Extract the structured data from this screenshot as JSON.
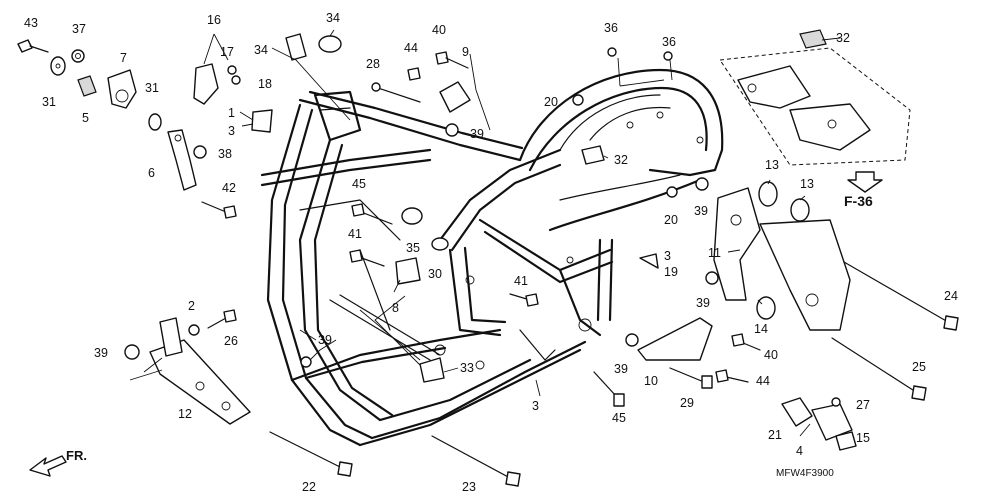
{
  "diagram": {
    "code": "MFW4F3900",
    "front_label": "FR.",
    "reference_label": "F-36",
    "callouts": [
      "43",
      "37",
      "31",
      "5",
      "7",
      "16",
      "17",
      "18",
      "1",
      "3",
      "31",
      "38",
      "6",
      "42",
      "34",
      "34",
      "28",
      "44",
      "40",
      "9",
      "39",
      "45",
      "35",
      "41",
      "30",
      "8",
      "36",
      "36",
      "20",
      "32",
      "32",
      "13",
      "13",
      "39",
      "20",
      "3",
      "19",
      "11",
      "41",
      "24",
      "39",
      "14",
      "40",
      "25",
      "39",
      "10",
      "44",
      "29",
      "45",
      "21",
      "4",
      "27",
      "15",
      "2",
      "26",
      "39",
      "12",
      "39",
      "33",
      "3",
      "22",
      "23"
    ]
  }
}
